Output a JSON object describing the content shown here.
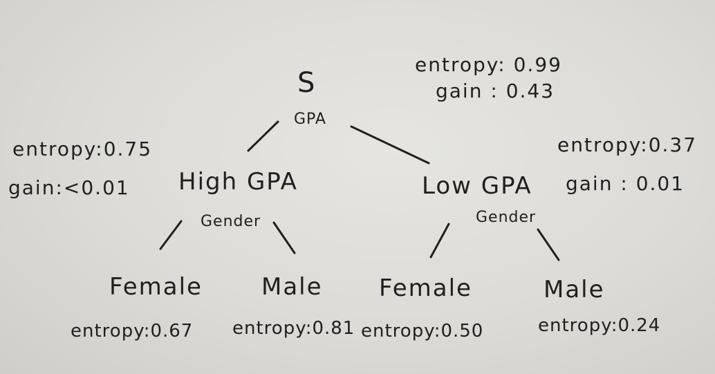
{
  "root": {
    "label": "S",
    "split": "GPA",
    "entropy": "entropy: 0.99",
    "gain": "gain : 0.43"
  },
  "high": {
    "label": "High GPA",
    "split": "Gender",
    "entropy": "entropy:0.75",
    "gain": "gain:<0.01"
  },
  "low": {
    "label": "Low GPA",
    "split": "Gender",
    "entropy": "entropy:0.37",
    "gain": "gain : 0.01"
  },
  "leaves": {
    "high_female": {
      "label": "Female",
      "entropy": "entropy:0.67"
    },
    "high_male": {
      "label": "Male",
      "entropy": "entropy:0.81"
    },
    "low_female": {
      "label": "Female",
      "entropy": "entropy:0.50"
    },
    "low_male": {
      "label": "Male",
      "entropy": "entropy:0.24"
    }
  }
}
